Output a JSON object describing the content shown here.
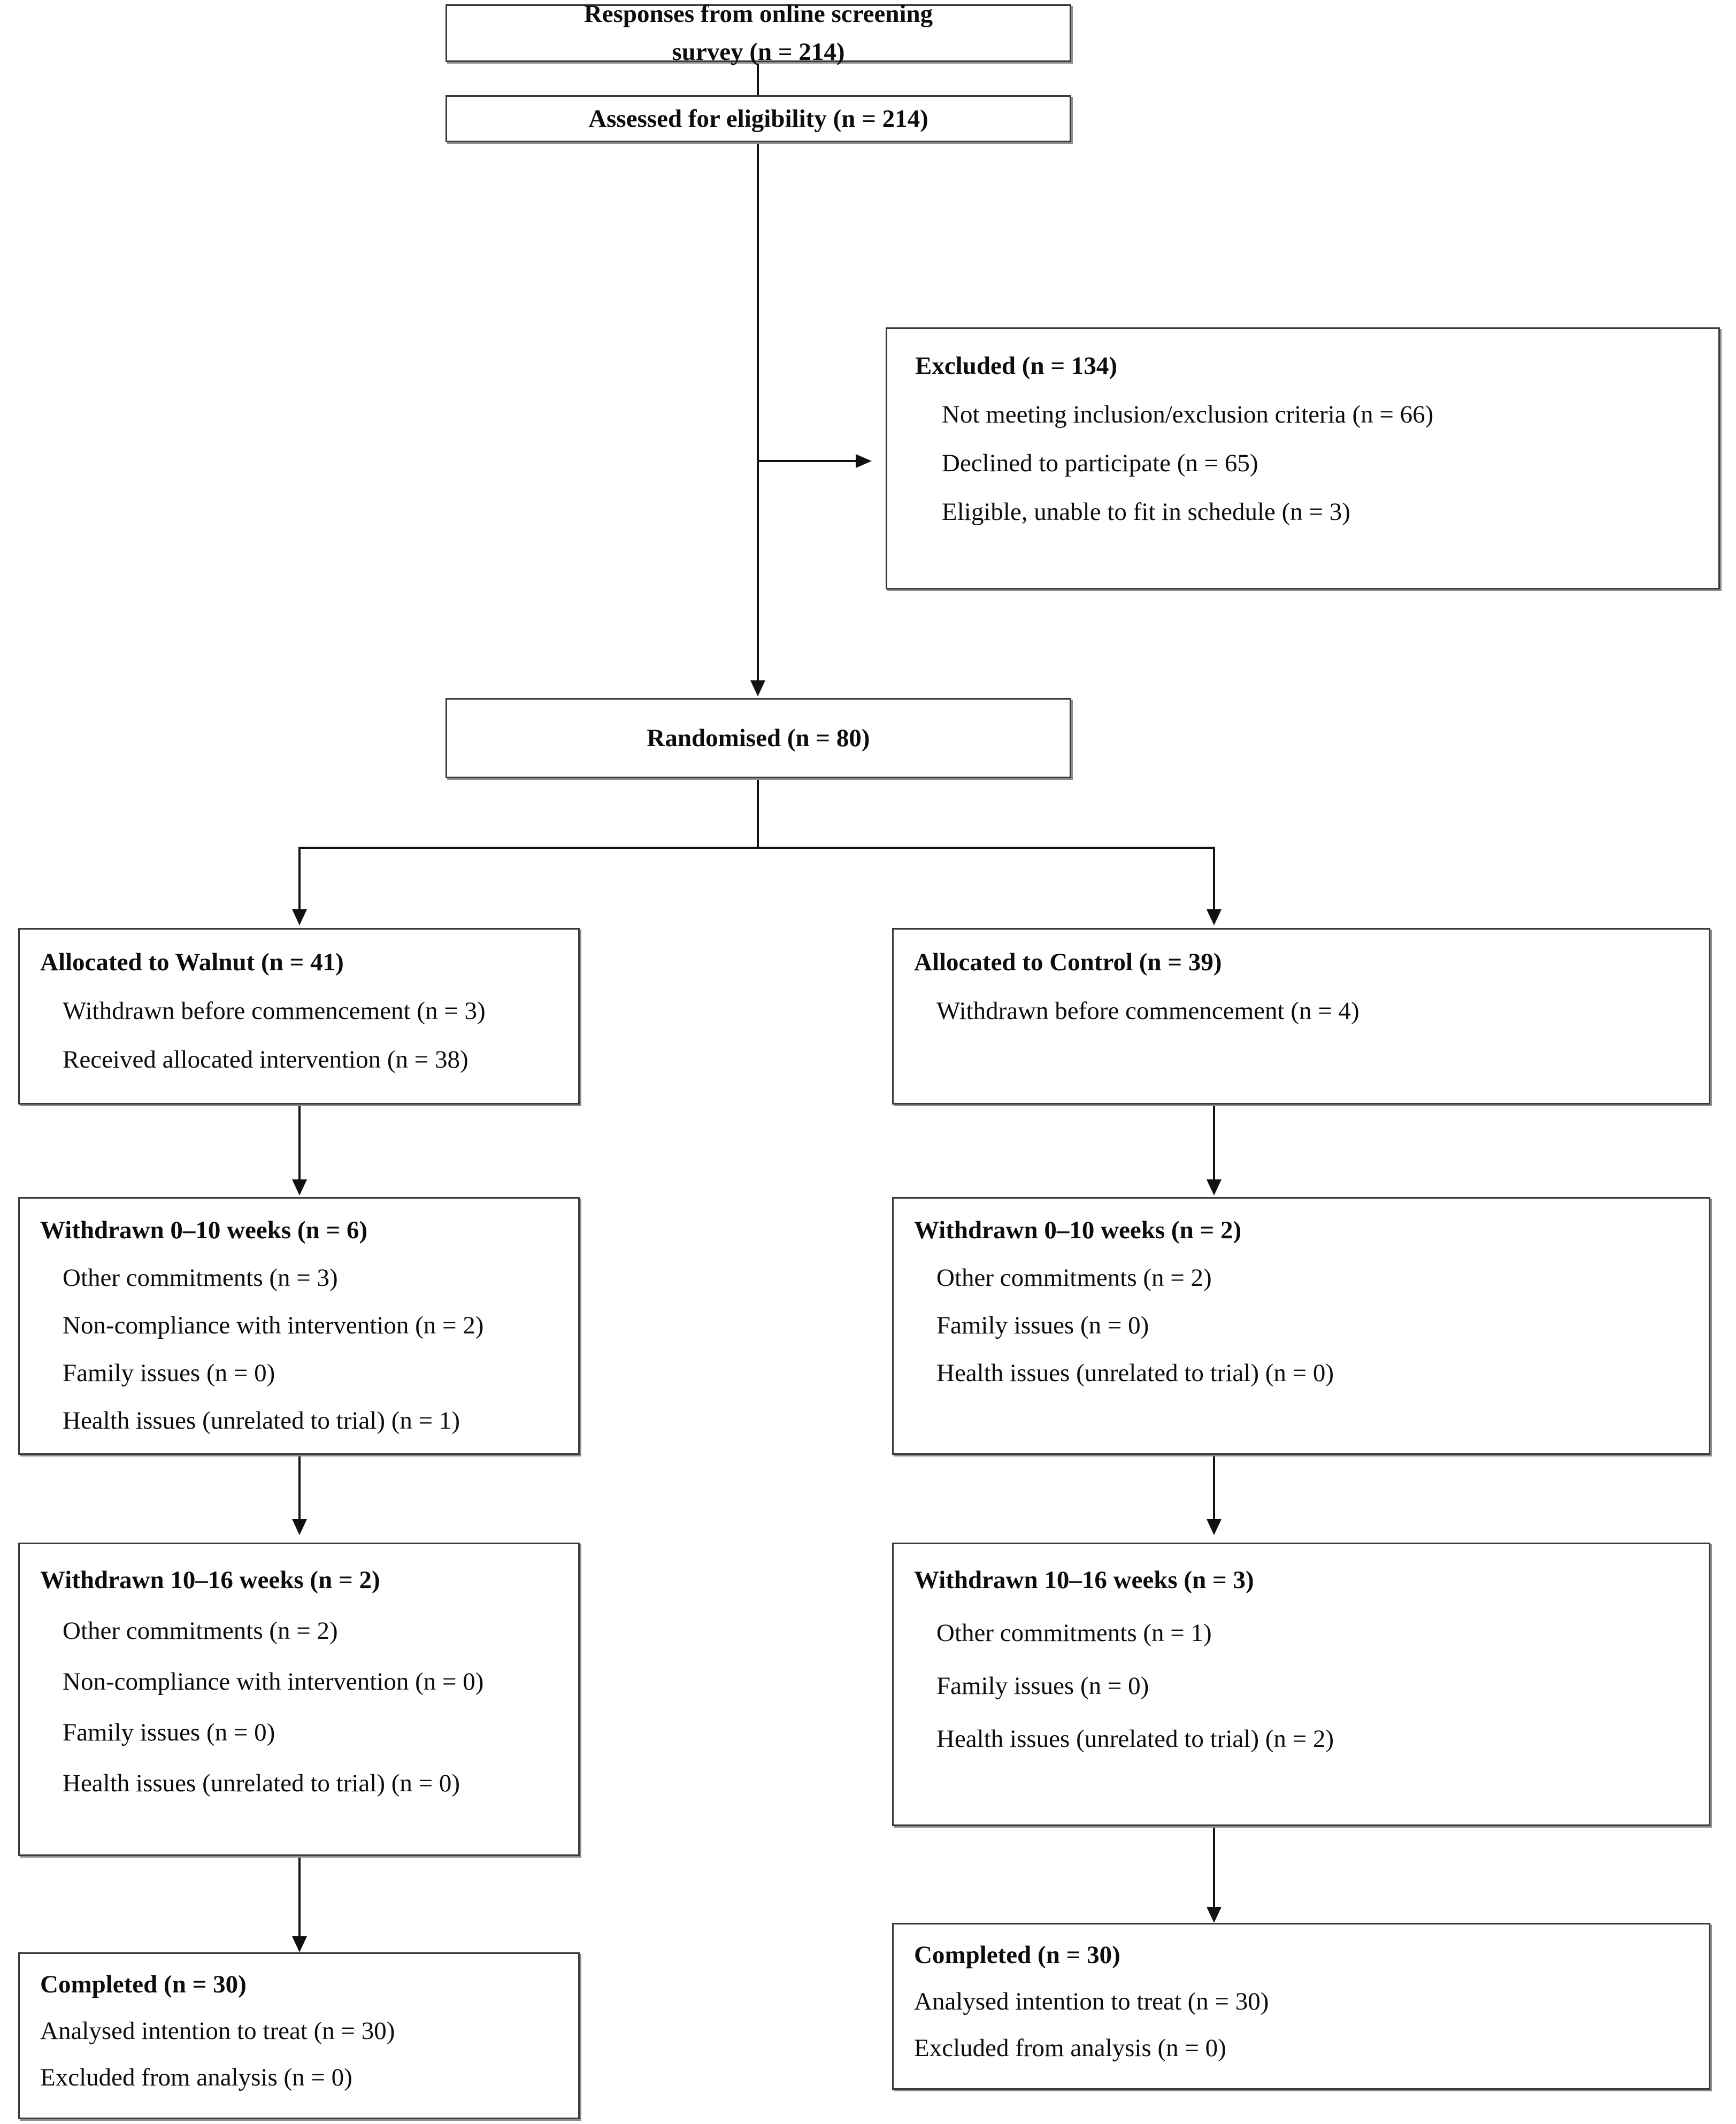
{
  "diagram": {
    "type": "consort-flow-diagram",
    "title": "CONSORT participant flow diagram",
    "nodes": [
      {
        "id": "responses",
        "lines": [
          {
            "text": "Responses from online screening",
            "bold": true
          },
          {
            "text": "survey (n = 214)",
            "bold": true
          }
        ]
      },
      {
        "id": "assessed",
        "lines": [
          {
            "text": "Assessed for eligibility (n = 214)",
            "bold": true
          }
        ]
      },
      {
        "id": "excluded",
        "lines": [
          {
            "text": "Excluded (n = 134)",
            "bold": true
          },
          {
            "text": "Not meeting inclusion/exclusion criteria (n = 66)",
            "bold": false
          },
          {
            "text": "Declined to participate (n = 65)",
            "bold": false
          },
          {
            "text": "Eligible, unable to fit in schedule (n = 3)",
            "bold": false
          }
        ]
      },
      {
        "id": "randomised",
        "lines": [
          {
            "text": "Randomised (n = 80)",
            "bold": true
          }
        ]
      },
      {
        "id": "alloc-walnut",
        "lines": [
          {
            "text": "Allocated to Walnut (n = 41)",
            "bold": true
          },
          {
            "text": "Withdrawn before commencement (n = 3)",
            "bold": false
          },
          {
            "text": "Received allocated intervention (n = 38)",
            "bold": false
          }
        ]
      },
      {
        "id": "alloc-control",
        "lines": [
          {
            "text": "Allocated to Control (n = 39)",
            "bold": true
          },
          {
            "text": "Withdrawn before commencement (n = 4)",
            "bold": false
          }
        ]
      },
      {
        "id": "withdrawn-0-10-walnut",
        "lines": [
          {
            "text": "Withdrawn 0–10 weeks (n = 6)",
            "bold": true
          },
          {
            "text": "Other commitments (n = 3)",
            "bold": false
          },
          {
            "text": "Non-compliance with intervention (n = 2)",
            "bold": false
          },
          {
            "text": "Family issues (n = 0)",
            "bold": false
          },
          {
            "text": "Health issues (unrelated to trial) (n = 1)",
            "bold": false
          }
        ]
      },
      {
        "id": "withdrawn-0-10-control",
        "lines": [
          {
            "text": "Withdrawn 0–10 weeks (n = 2)",
            "bold": true
          },
          {
            "text": "Other commitments (n = 2)",
            "bold": false
          },
          {
            "text": "Family issues (n = 0)",
            "bold": false
          },
          {
            "text": "Health issues (unrelated to trial) (n = 0)",
            "bold": false
          }
        ]
      },
      {
        "id": "withdrawn-10-16-walnut",
        "lines": [
          {
            "text": "Withdrawn 10–16 weeks (n = 2)",
            "bold": true
          },
          {
            "text": "Other commitments (n = 2)",
            "bold": false
          },
          {
            "text": "Non-compliance with intervention (n = 0)",
            "bold": false
          },
          {
            "text": "Family issues (n = 0)",
            "bold": false
          },
          {
            "text": "Health issues (unrelated to trial) (n = 0)",
            "bold": false
          }
        ]
      },
      {
        "id": "withdrawn-10-16-control",
        "lines": [
          {
            "text": "Withdrawn 10–16 weeks (n = 3)",
            "bold": true
          },
          {
            "text": "Other commitments (n = 1)",
            "bold": false
          },
          {
            "text": "Family issues (n = 0)",
            "bold": false
          },
          {
            "text": "Health issues (unrelated to trial) (n = 2)",
            "bold": false
          }
        ]
      },
      {
        "id": "completed-walnut",
        "lines": [
          {
            "text": "Completed (n = 30)",
            "bold": true
          },
          {
            "text": "Analysed intention to treat (n = 30)",
            "bold": false
          },
          {
            "text": "Excluded from analysis (n = 0)",
            "bold": false
          }
        ]
      },
      {
        "id": "completed-control",
        "lines": [
          {
            "text": "Completed (n = 30)",
            "bold": true
          },
          {
            "text": "Analysed intention to treat (n = 30)",
            "bold": false
          },
          {
            "text": "Excluded from analysis (n = 0)",
            "bold": false
          }
        ]
      }
    ],
    "colors": {
      "box_border": "#3b3b3b",
      "box_shadow": "#8e8e8e",
      "connector": "#111111",
      "text": "#0d0d0d",
      "background": "#ffffff"
    }
  }
}
